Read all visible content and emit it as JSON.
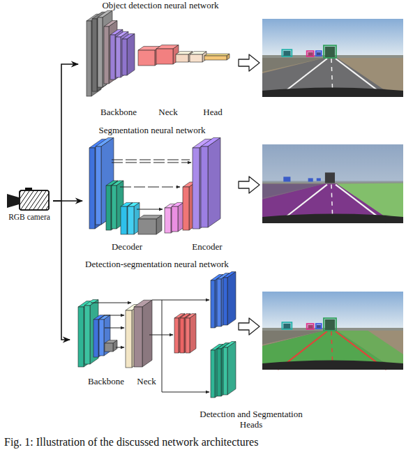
{
  "diagram": {
    "caption": "Fig. 1: Illustration of the discussed network architectures",
    "nodes": [
      {
        "text": [
          "RGB camera"
        ]
      },
      {
        "text": [
          "Object detection neural network"
        ]
      },
      {
        "text": [
          "Segmentation neural network"
        ]
      },
      {
        "text": [
          "Detection-segmentation neural network"
        ]
      }
    ],
    "edges": [
      {
        "from": 0,
        "to": 1,
        "arrow": "to"
      },
      {
        "from": 0,
        "to": 2,
        "arrow": "to"
      },
      {
        "from": 0,
        "to": 3,
        "arrow": "to"
      }
    ],
    "labels": [
      "Backbone",
      "Neck",
      "Head",
      "Decoder",
      "Encoder",
      "Backbone",
      "Neck",
      "Detection and Segmentation Heads"
    ]
  }
}
